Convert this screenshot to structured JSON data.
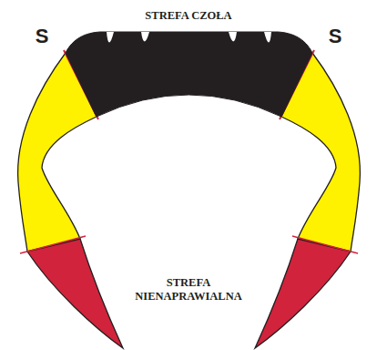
{
  "diagram": {
    "labels": [
      "S",
      "STREFA CZOŁA",
      "S",
      "STREFA NIENAPRAWIALNA"
    ]
  }
}
